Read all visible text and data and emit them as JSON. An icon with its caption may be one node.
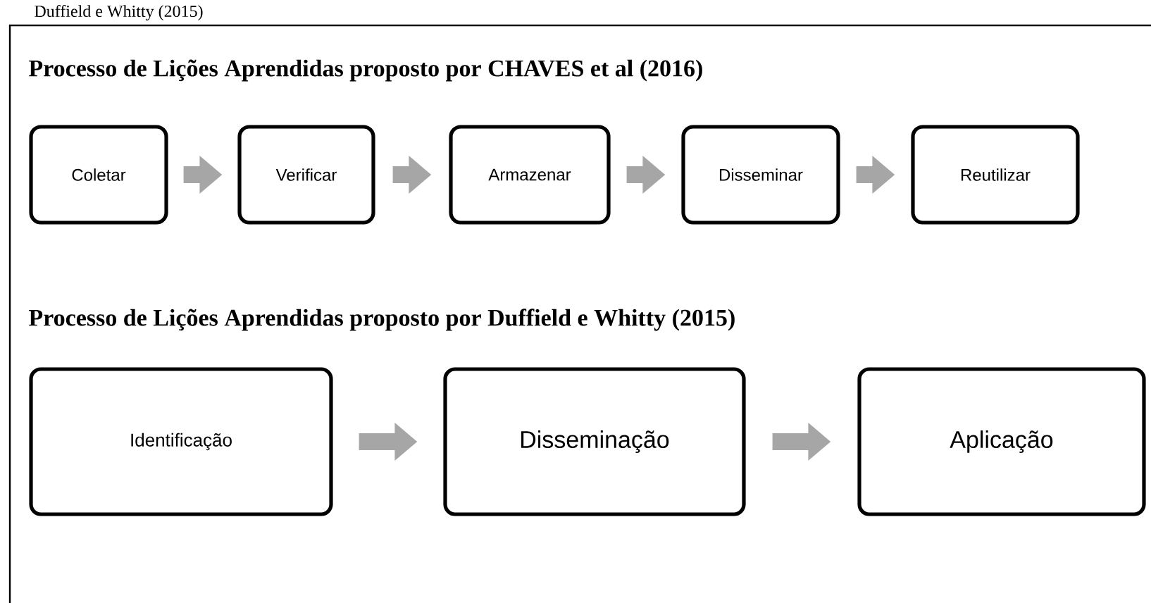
{
  "diagram": {
    "nodes": [
      {
        "text": [
          "Coletar"
        ]
      },
      {
        "text": [
          "Verificar"
        ]
      },
      {
        "text": [
          "Armazenar"
        ]
      },
      {
        "text": [
          "Disseminar"
        ]
      },
      {
        "text": [
          "Reutilizar"
        ]
      },
      {
        "text": [
          "Identificação"
        ]
      },
      {
        "text": [
          "Disseminação"
        ]
      },
      {
        "text": [
          "Aplicação"
        ]
      }
    ],
    "edges": [
      {
        "from": 0,
        "to": 1,
        "arrow": "to"
      },
      {
        "from": 1,
        "to": 2,
        "arrow": "to"
      },
      {
        "from": 2,
        "to": 3,
        "arrow": "to"
      },
      {
        "from": 3,
        "to": 4,
        "arrow": "to"
      },
      {
        "from": 5,
        "to": 6,
        "arrow": "to"
      },
      {
        "from": 6,
        "to": 7,
        "arrow": "to"
      }
    ],
    "labels": [
      "Duffield e Whitty (2015)",
      "Processo de Lições Aprendidas proposto por CHAVES et al (2016)",
      "Processo de Lições Aprendidas proposto por Duffield e Whitty (2015)"
    ]
  }
}
